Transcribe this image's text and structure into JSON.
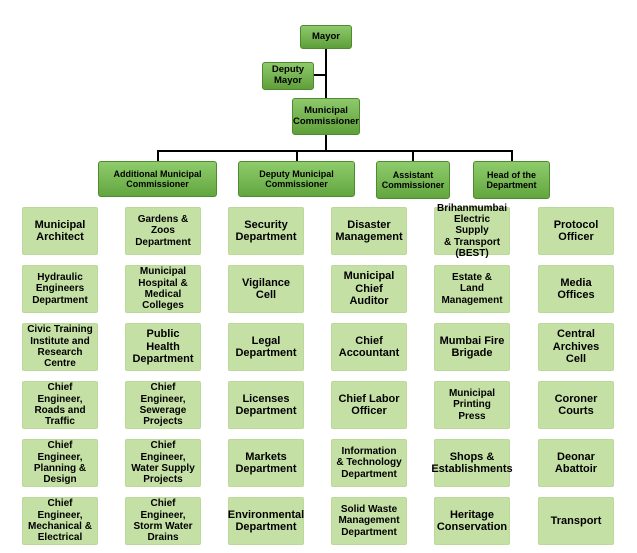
{
  "top": {
    "mayor": "Mayor",
    "deputy_mayor": "Deputy\nMayor",
    "commissioner": "Municipal\nCommissioner"
  },
  "headers": [
    "Additional  Municipal\nCommissioner",
    "Deputy  Municipal\nCommissioner",
    "Assistant\nCommissioner",
    "Head of the\nDepartment"
  ],
  "grid": [
    [
      "Municipal\nArchitect",
      "Gardens &\nZoos\nDepartment",
      "Security\nDepartment",
      "Disaster\nManagement",
      "Brihanmumbai\nElectric Supply\n& Transport\n(BEST)",
      "Protocol\nOfficer"
    ],
    [
      "Hydraulic\nEngineers\nDepartment",
      "Municipal\nHospital &\nMedical\nColleges",
      "Vigilance Cell",
      "Municipal\nChief Auditor",
      "Estate &\nLand\nManagement",
      "Media\nOffices"
    ],
    [
      "Civic Training\nInstitute and\nResearch\nCentre",
      "Public Health\nDepartment",
      "Legal\nDepartment",
      "Chief\nAccountant",
      "Mumbai Fire\nBrigade",
      "Central\nArchives Cell"
    ],
    [
      "Chief\nEngineer,\nRoads and\nTraffic",
      "Chief\nEngineer,\nSewerage\nProjects",
      "Licenses\nDepartment",
      "Chief Labor\nOfficer",
      "Municipal\nPrinting\nPress",
      "Coroner\nCourts"
    ],
    [
      "Chief\nEngineer,\nPlanning &\nDesign",
      "Chief\nEngineer,\nWater Supply\nProjects",
      "Markets\nDepartment",
      "Information\n& Technology\nDepartment",
      "Shops &\nEstablishments",
      "Deonar\nAbattoir"
    ],
    [
      "Chief\nEngineer,\nMechanical &\nElectrical",
      "Chief\nEngineer,\nStorm Water\nDrains",
      "Environmental\nDepartment",
      "Solid Waste\nManagement\nDepartment",
      "Heritage\nConservation",
      "Transport"
    ]
  ]
}
